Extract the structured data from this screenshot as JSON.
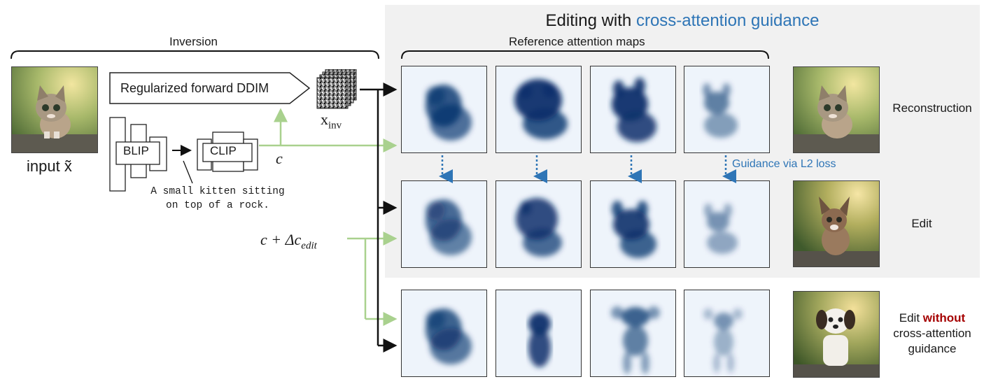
{
  "title": {
    "prefix": "Editing with ",
    "highlight": "cross-attention guidance"
  },
  "inversion": {
    "label": "Inversion",
    "ddim_label": "Regularized forward DDIM",
    "blip_label": "BLIP",
    "clip_label": "CLIP",
    "caption_line1": "A small kitten sitting",
    "caption_line2": "on top of a rock.",
    "c_symbol": "c",
    "x_inv": "x",
    "x_inv_sub": "inv",
    "input_label": "input x̃"
  },
  "edit_condition": {
    "prefix": "c + Δc",
    "sub": "edit"
  },
  "reference_label": "Reference attention maps",
  "guidance_label": "Guidance via L2 loss",
  "rows": [
    {
      "label_lines": [
        "Reconstruction"
      ],
      "photo": "kitten"
    },
    {
      "label_lines": [
        "Edit"
      ],
      "photo": "puppy"
    },
    {
      "label_pre": "Edit ",
      "label_red": "without",
      "label_lines": [
        "cross-attention",
        "guidance"
      ],
      "photo": "dog"
    }
  ],
  "colors": {
    "accent_blue": "#2e75b6",
    "arrow_green": "#a9d18e",
    "red": "#a50000",
    "panel_gray": "#f1f1f1"
  }
}
